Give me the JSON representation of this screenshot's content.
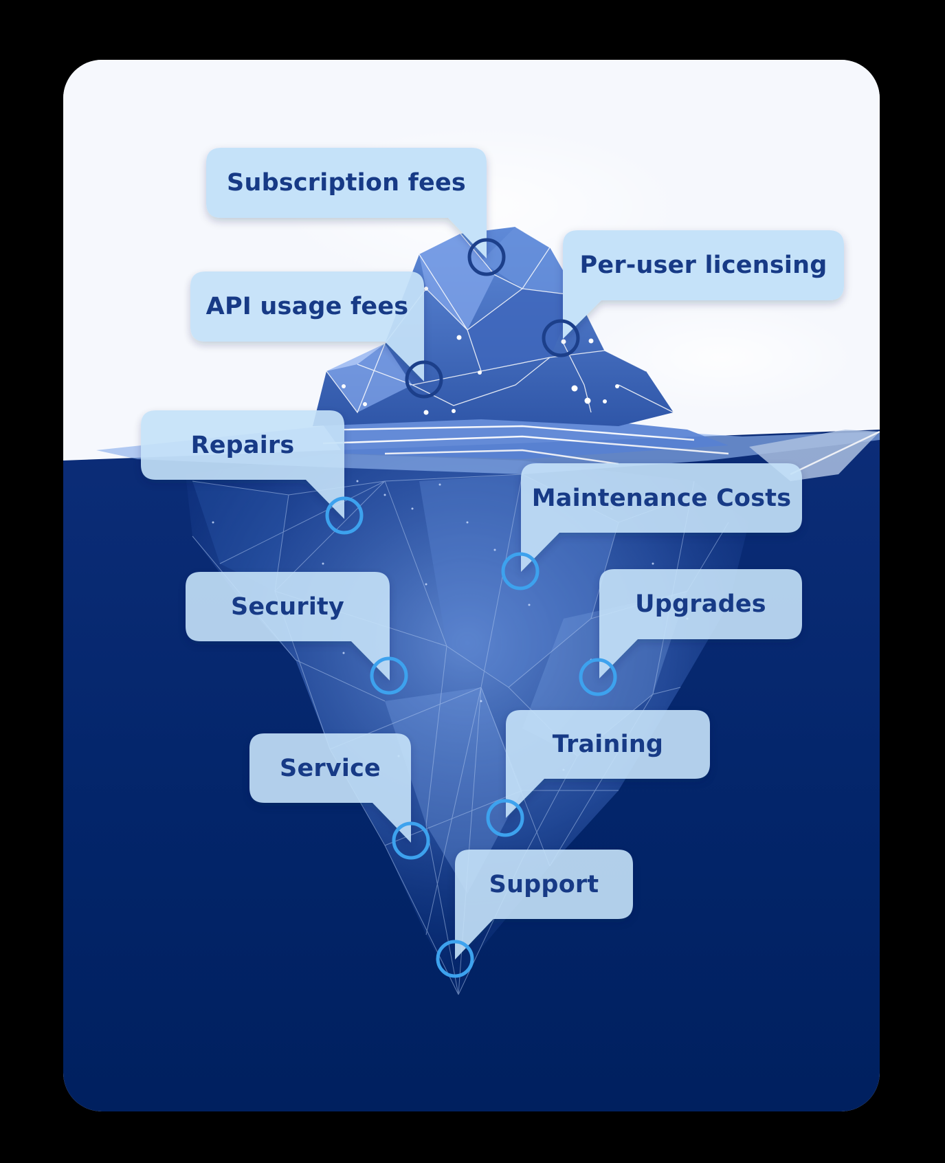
{
  "diagram": {
    "type": "iceberg",
    "colors": {
      "sky": "#f6f8fd",
      "water_top": "#0c2d78",
      "water_bottom": "#00205f",
      "iceberg_light": "#6f98e0",
      "iceberg_mid": "#4a72c4",
      "iceberg_dark": "#2c52a4",
      "bubble_fill": "#c5e2f9",
      "label_text": "#173a86",
      "marker_above": "#1c3f8a",
      "marker_below": "#3da2ee"
    },
    "above_water": [
      {
        "label": "Subscription fees"
      },
      {
        "label": "Per-user licensing"
      },
      {
        "label": "API usage fees"
      }
    ],
    "below_water": [
      {
        "label": "Repairs"
      },
      {
        "label": "Maintenance Costs"
      },
      {
        "label": "Security"
      },
      {
        "label": "Upgrades"
      },
      {
        "label": "Service"
      },
      {
        "label": "Training"
      },
      {
        "label": "Support"
      }
    ]
  }
}
